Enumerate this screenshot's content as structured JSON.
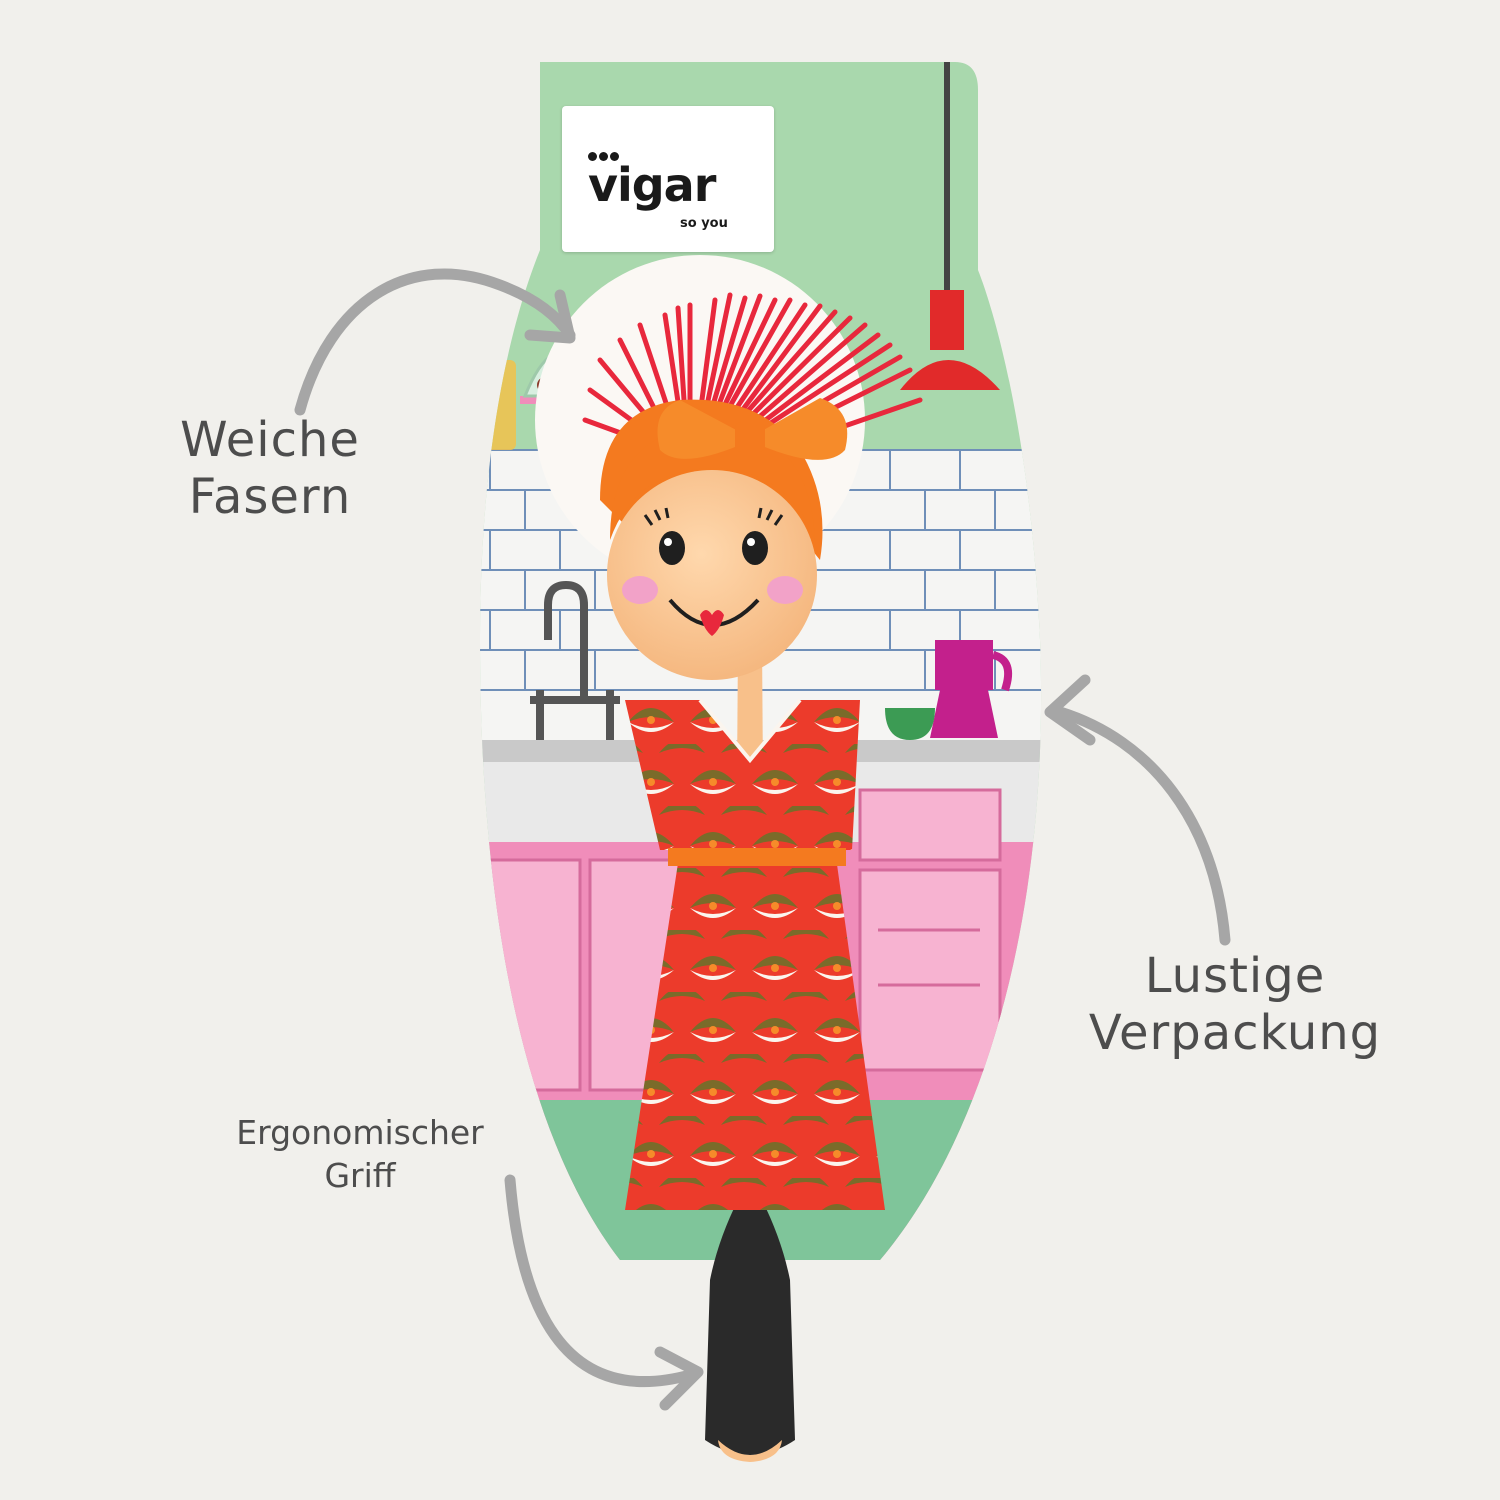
{
  "brand": {
    "name": "vigar",
    "tagline": "so you"
  },
  "callouts": {
    "soft_fibers": [
      "Weiche",
      "Fasern"
    ],
    "fun_packaging": [
      "Lustige",
      "Verpackung"
    ],
    "ergonomic_grip": [
      "Ergonomischer",
      "Griff"
    ]
  },
  "colors": {
    "background": "#f1f0ec",
    "arrow": "#a6a6a6",
    "label_text": "#4d4d4d",
    "card_green": "#a9d8ad",
    "card_pink": "#f08dba",
    "bristles": "#e8283c",
    "head": "#f8c08a",
    "bow": "#f47a1f",
    "dress": "#ec3b2b",
    "dress_pattern_olive": "#7a6b2a",
    "grip": "#2a2a2a"
  },
  "icons": {
    "callout_arrows": "curved-arrow-icon"
  }
}
